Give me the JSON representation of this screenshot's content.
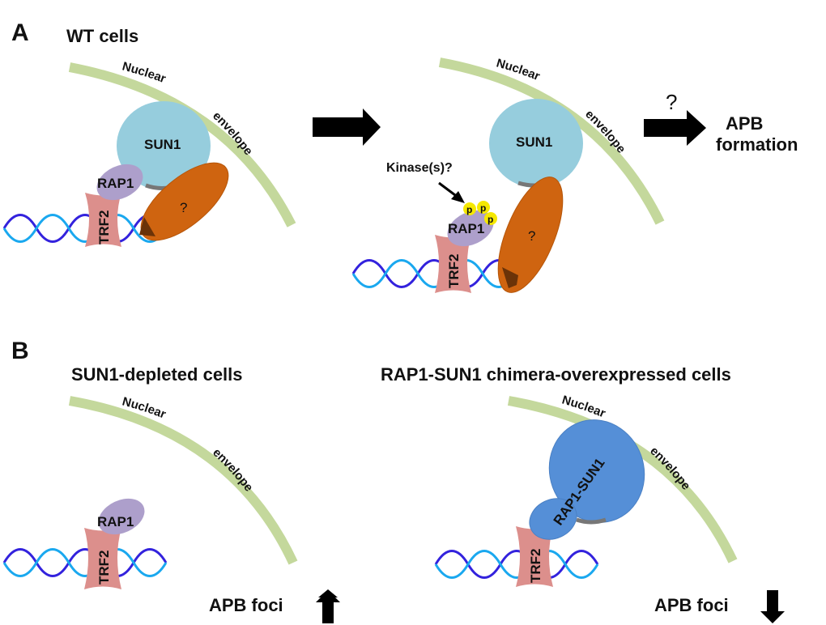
{
  "panels": {
    "A": {
      "letter": "A",
      "title": "WT cells",
      "left": {
        "membrane": {
          "word1": "Nuclear",
          "word2": "envelope"
        },
        "proteins": {
          "sun1": "SUN1",
          "rap1": "RAP1",
          "trf2": "TRF2",
          "unknown": "?"
        }
      },
      "right": {
        "membrane": {
          "word1": "Nuclear",
          "word2": "envelope"
        },
        "proteins": {
          "sun1": "SUN1",
          "rap1": "RAP1",
          "trf2": "TRF2",
          "unknown": "?"
        },
        "kinase_label": "Kinase(s)?",
        "phospho": [
          "p",
          "p",
          "p"
        ]
      },
      "outcome": {
        "question": "?",
        "line1": "APB",
        "line2": "formation"
      }
    },
    "B": {
      "letter": "B",
      "left": {
        "title": "SUN1-depleted cells",
        "membrane": {
          "word1": "Nuclear",
          "word2": "envelope"
        },
        "proteins": {
          "rap1": "RAP1",
          "trf2": "TRF2"
        },
        "result": "APB foci",
        "direction": "up"
      },
      "right": {
        "title": "RAP1-SUN1 chimera-overexpressed cells",
        "membrane": {
          "word1": "Nuclear",
          "word2": "envelope"
        },
        "proteins": {
          "chimera": "RAP1-SUN1",
          "trf2": "TRF2"
        },
        "result": "APB foci",
        "direction": "down"
      }
    }
  },
  "colors": {
    "membrane": "#c4d89c",
    "sun1": "#96cddd",
    "rap1": "#ad9fcb",
    "trf2": "#dc8f8c",
    "unknown": "#cf6410",
    "chimera": "#558fd7",
    "phospho": "#f5e800",
    "dna_dark": "#3322dd",
    "dna_light": "#1aa8ef"
  }
}
